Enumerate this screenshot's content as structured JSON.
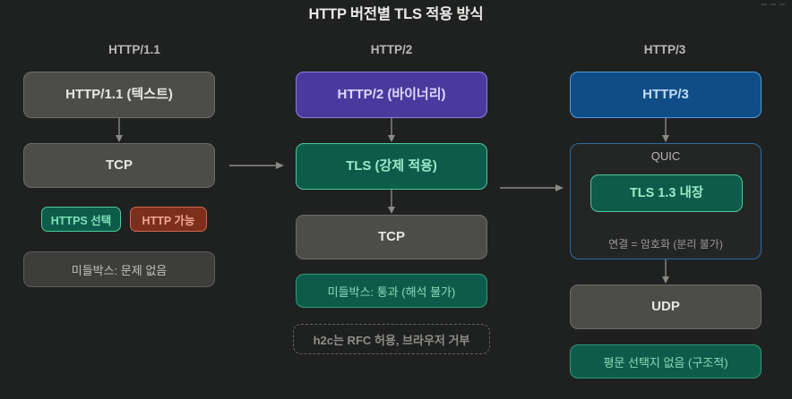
{
  "title": "HTTP 버전별 TLS 적용 방식",
  "menu": {
    "icon": "kebab-menu-icon"
  },
  "columns": [
    {
      "id": "http11",
      "header": "HTTP/1.1",
      "nodes": [
        {
          "label": "HTTP/1.1 (텍스트)",
          "style": "gray"
        },
        {
          "label": "TCP",
          "style": "gray"
        }
      ],
      "pills": [
        {
          "label": "HTTPS 선택",
          "style": "teal"
        },
        {
          "label": "HTTP 가능",
          "style": "rust"
        }
      ],
      "notes": [
        {
          "label": "미들박스: 문제 없음",
          "style": "gray"
        }
      ]
    },
    {
      "id": "http2",
      "header": "HTTP/2",
      "nodes": [
        {
          "label": "HTTP/2 (바이너리)",
          "style": "purple"
        },
        {
          "label": "TLS (강제 적용)",
          "style": "teal"
        },
        {
          "label": "TCP",
          "style": "gray"
        }
      ],
      "pills": [],
      "notes": [
        {
          "label": "미들박스: 통과 (해석 불가)",
          "style": "teal"
        },
        {
          "label": "h2c는 RFC 허용, 브라우저 거부",
          "style": "dashed"
        }
      ]
    },
    {
      "id": "http3",
      "header": "HTTP/3",
      "nodes": [
        {
          "label": "HTTP/3",
          "style": "blue"
        },
        {
          "label": "UDP",
          "style": "gray"
        }
      ],
      "quic": {
        "label": "QUIC",
        "inner": "TLS 1.3 내장",
        "sub": "연결 = 암호화 (분리 불가)"
      },
      "pills": [],
      "notes": [
        {
          "label": "평문 선택지 없음 (구조적)",
          "style": "teal"
        }
      ]
    }
  ],
  "colors": {
    "background": "#1f2020",
    "gray_fill": "#4c4c49",
    "purple_fill": "#4a3a9e",
    "teal_fill": "#0d5c4a",
    "blue_fill": "#104d86",
    "rust_fill": "#7d2e1c",
    "arrow": "#8a8a85"
  },
  "arrows": {
    "col1_v1": "HTTP/1.1 → TCP",
    "col2_v1": "HTTP/2 → TLS",
    "col2_v2": "TLS → TCP",
    "col3_v1": "HTTP/3 → QUIC",
    "col3_v2": "QUIC → UDP",
    "h1": "TCP → TLS",
    "h2": "TCP → QUIC"
  }
}
